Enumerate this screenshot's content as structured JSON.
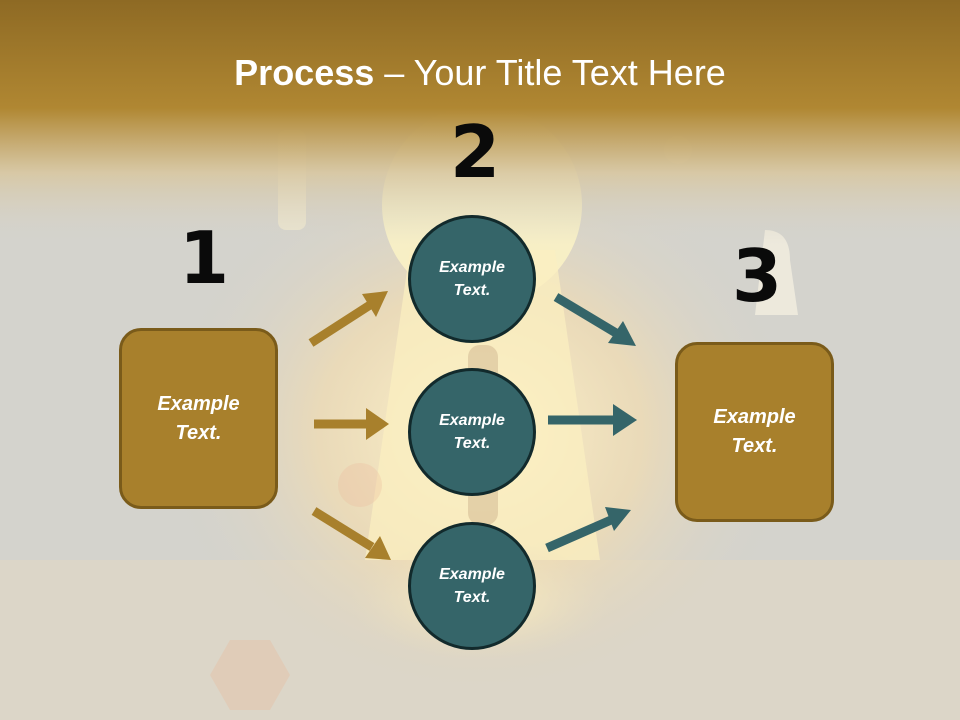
{
  "title": {
    "bold": "Process",
    "rest": " – Your Title Text Here"
  },
  "steps": {
    "one": "1",
    "two": "2",
    "three": "3"
  },
  "nodes": {
    "left": "Example\nText.",
    "top": "Example\nText.",
    "middle": "Example\nText.",
    "bottom": "Example\nText.",
    "right": "Example\nText."
  },
  "colors": {
    "gold": "#a8802c",
    "teal": "#356569",
    "header": "#a47a2a"
  }
}
